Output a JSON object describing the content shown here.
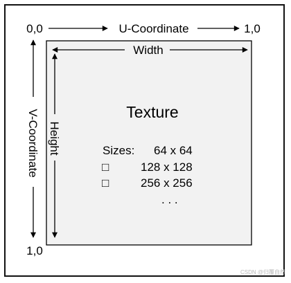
{
  "diagram": {
    "origin_label": "0,0",
    "u_end_label": "1,0",
    "v_end_label": "1,0",
    "u_axis_label": "U-Coordinate",
    "v_axis_label": "V-Coordinate",
    "width_label": "Width",
    "height_label": "Height",
    "texture_title": "Texture",
    "sizes_label": "Sizes:",
    "sizes": [
      "64 x 64",
      "128 x 128",
      "256 x 256",
      ". . ."
    ],
    "bullet_glyph": "□"
  },
  "colors": {
    "texture_fill": "#f2f2f2",
    "line": "#000000",
    "frame": "#111111",
    "watermark": "#b9b9b9"
  },
  "watermark": "CSDN @归覆自然"
}
